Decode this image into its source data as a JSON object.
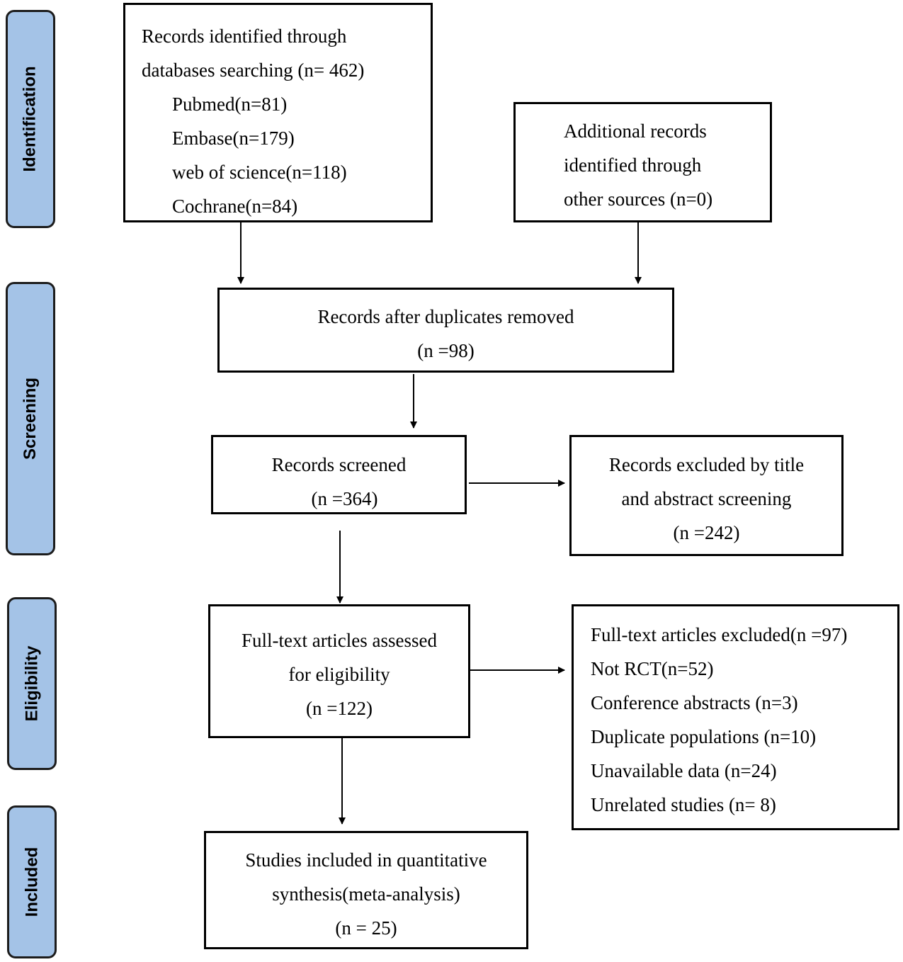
{
  "stages": {
    "identification": "Identification",
    "screening": "Screening",
    "eligibility": "Eligibility",
    "included": "Included"
  },
  "boxes": {
    "database_search": {
      "lines": [
        "Records identified through",
        "databases searching (n= 462)",
        "Pubmed(n=81)",
        "Embase(n=179)",
        "web of science(n=118)",
        "Cochrane(n=84)"
      ]
    },
    "other_sources": {
      "lines": [
        "Additional records",
        "identified through",
        "other sources (n=0)"
      ]
    },
    "duplicates_removed": {
      "lines": [
        "Records after duplicates removed",
        "(n =98)"
      ]
    },
    "screened": {
      "lines": [
        "Records screened",
        "(n =364)"
      ]
    },
    "excluded_title": {
      "lines": [
        "Records excluded by title",
        "and abstract screening",
        "(n =242)"
      ]
    },
    "fulltext_assessed": {
      "lines": [
        "Full-text articles assessed",
        "for eligibility",
        "(n =122)"
      ]
    },
    "fulltext_excluded": {
      "lines": [
        "Full-text articles excluded(n =97)",
        "Not RCT(n=52)",
        "Conference abstracts (n=3)",
        "Duplicate populations (n=10)",
        "Unavailable data (n=24)",
        "Unrelated studies (n= 8)"
      ]
    },
    "included": {
      "lines": [
        "Studies included in quantitative",
        "synthesis(meta-analysis)",
        "(n = 25)"
      ]
    }
  }
}
